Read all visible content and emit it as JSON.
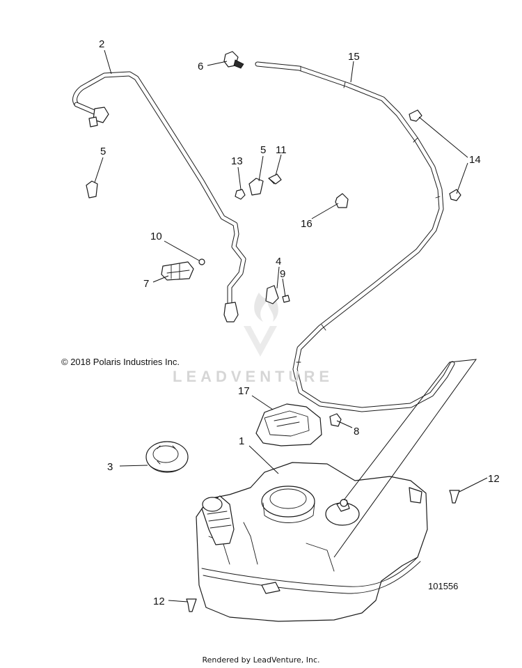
{
  "copyright": "© 2018 Polaris Industries Inc.",
  "diagram_id": "101556",
  "render_note": "Rendered by LeadVenture, Inc.",
  "watermark": "LEADVENTURE",
  "callouts": {
    "c1": "1",
    "c2": "2",
    "c3": "3",
    "c4": "4",
    "c5a": "5",
    "c5b": "5",
    "c6": "6",
    "c7": "7",
    "c8": "8",
    "c9": "9",
    "c10": "10",
    "c11": "11",
    "c12a": "12",
    "c12b": "12",
    "c13": "13",
    "c14": "14",
    "c15": "15",
    "c16": "16",
    "c17": "17"
  },
  "colors": {
    "line": "#1a1a1a",
    "watermark": "#d6d6d6"
  }
}
